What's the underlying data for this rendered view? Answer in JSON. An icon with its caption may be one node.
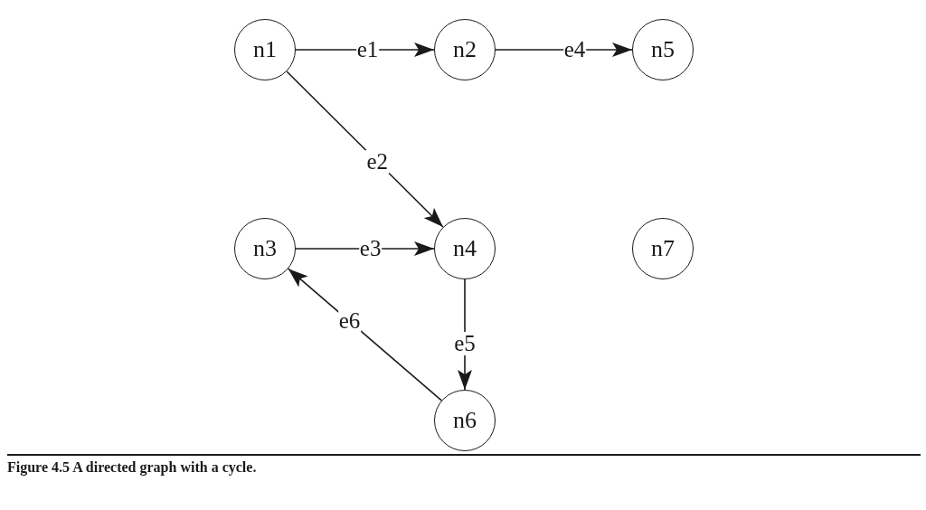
{
  "diagram": {
    "caption": "Figure 4.5 A directed graph with a cycle.",
    "nodes": [
      {
        "text": [
          "n1"
        ]
      },
      {
        "text": [
          "n2"
        ]
      },
      {
        "text": [
          "n5"
        ]
      },
      {
        "text": [
          "n3"
        ]
      },
      {
        "text": [
          "n4"
        ]
      },
      {
        "text": [
          "n7"
        ]
      },
      {
        "text": [
          "n6"
        ]
      }
    ],
    "edges": [
      {
        "from": 0,
        "to": 1,
        "arrow": "to",
        "label": "e1"
      },
      {
        "from": 0,
        "to": 4,
        "arrow": "to",
        "label": "e2"
      },
      {
        "from": 3,
        "to": 4,
        "arrow": "to",
        "label": "e3"
      },
      {
        "from": 1,
        "to": 2,
        "arrow": "to",
        "label": "e4"
      },
      {
        "from": 4,
        "to": 6,
        "arrow": "to",
        "label": "e5"
      },
      {
        "from": 6,
        "to": 3,
        "arrow": "to",
        "label": "e6"
      }
    ]
  }
}
